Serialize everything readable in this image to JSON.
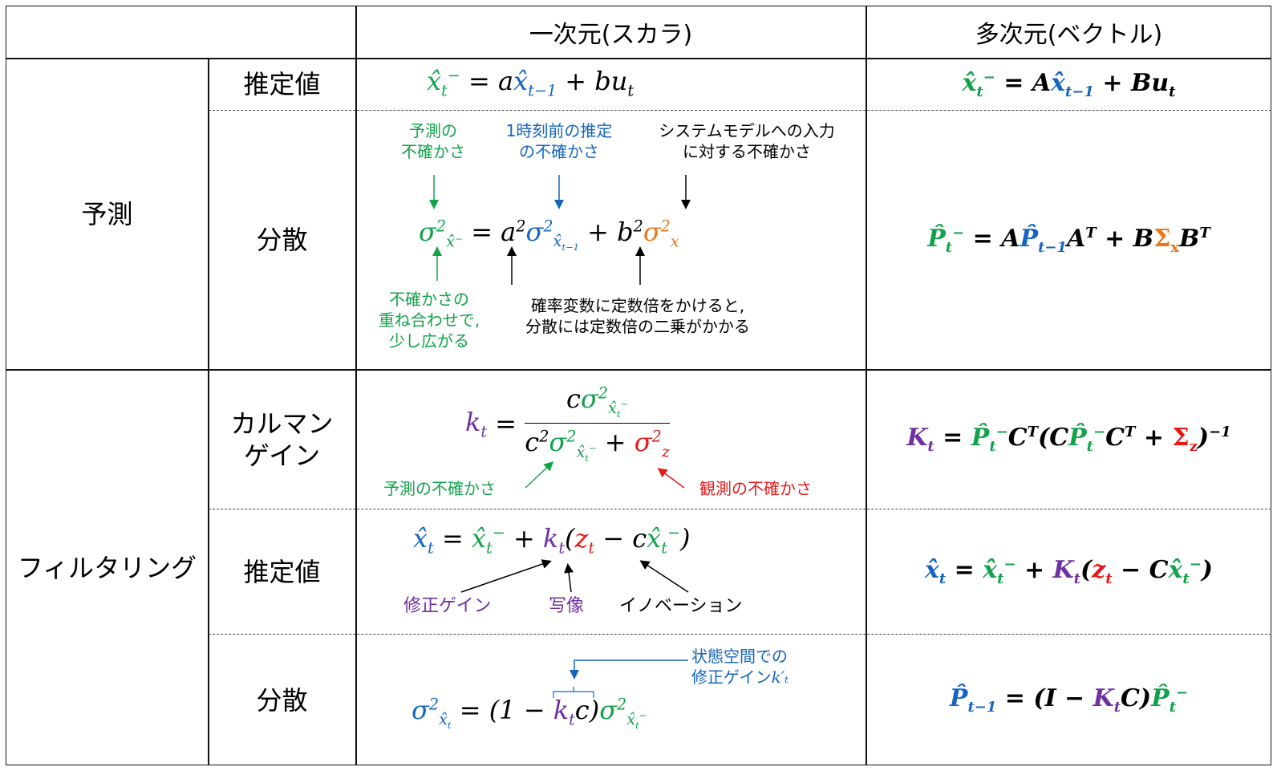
{
  "header": {
    "col_scalar": "一次元(スカラ)",
    "col_vector": "多次元(ベクトル)"
  },
  "rows": {
    "predict": "予測",
    "filter": "フィルタリング",
    "estimate": "推定値",
    "variance": "分散",
    "kalman_gain_line1": "カルマン",
    "kalman_gain_line2": "ゲイン",
    "estimate2": "推定値",
    "variance2": "分散"
  },
  "annotations": {
    "pred_uncertainty": "予測の\n不確かさ",
    "prev_uncertainty": "1時刻前の推定\nの不確かさ",
    "input_uncertainty": "システムモデルへの入力\nに対する不確かさ",
    "overlap": "不確かさの\n重ね合わせで,\n少し広がる",
    "scaling": "確率変数に定数倍をかけると,\n分散には定数倍の二乗がかかる",
    "kg_pred": "予測の不確かさ",
    "kg_obs": "観測の不確かさ",
    "correction_gain": "修正ゲイン",
    "mapping": "写像",
    "innovation": "イノベーション",
    "state_space_gain_line1": "状態空間での",
    "state_space_gain_line2": "修正ゲイン",
    "state_space_gain_symbol": "k′ₜ"
  },
  "colors": {
    "green": "#12a24a",
    "blue": "#1565c0",
    "orange": "#e8761a",
    "red": "#e41a1a",
    "purple": "#7030a0"
  }
}
